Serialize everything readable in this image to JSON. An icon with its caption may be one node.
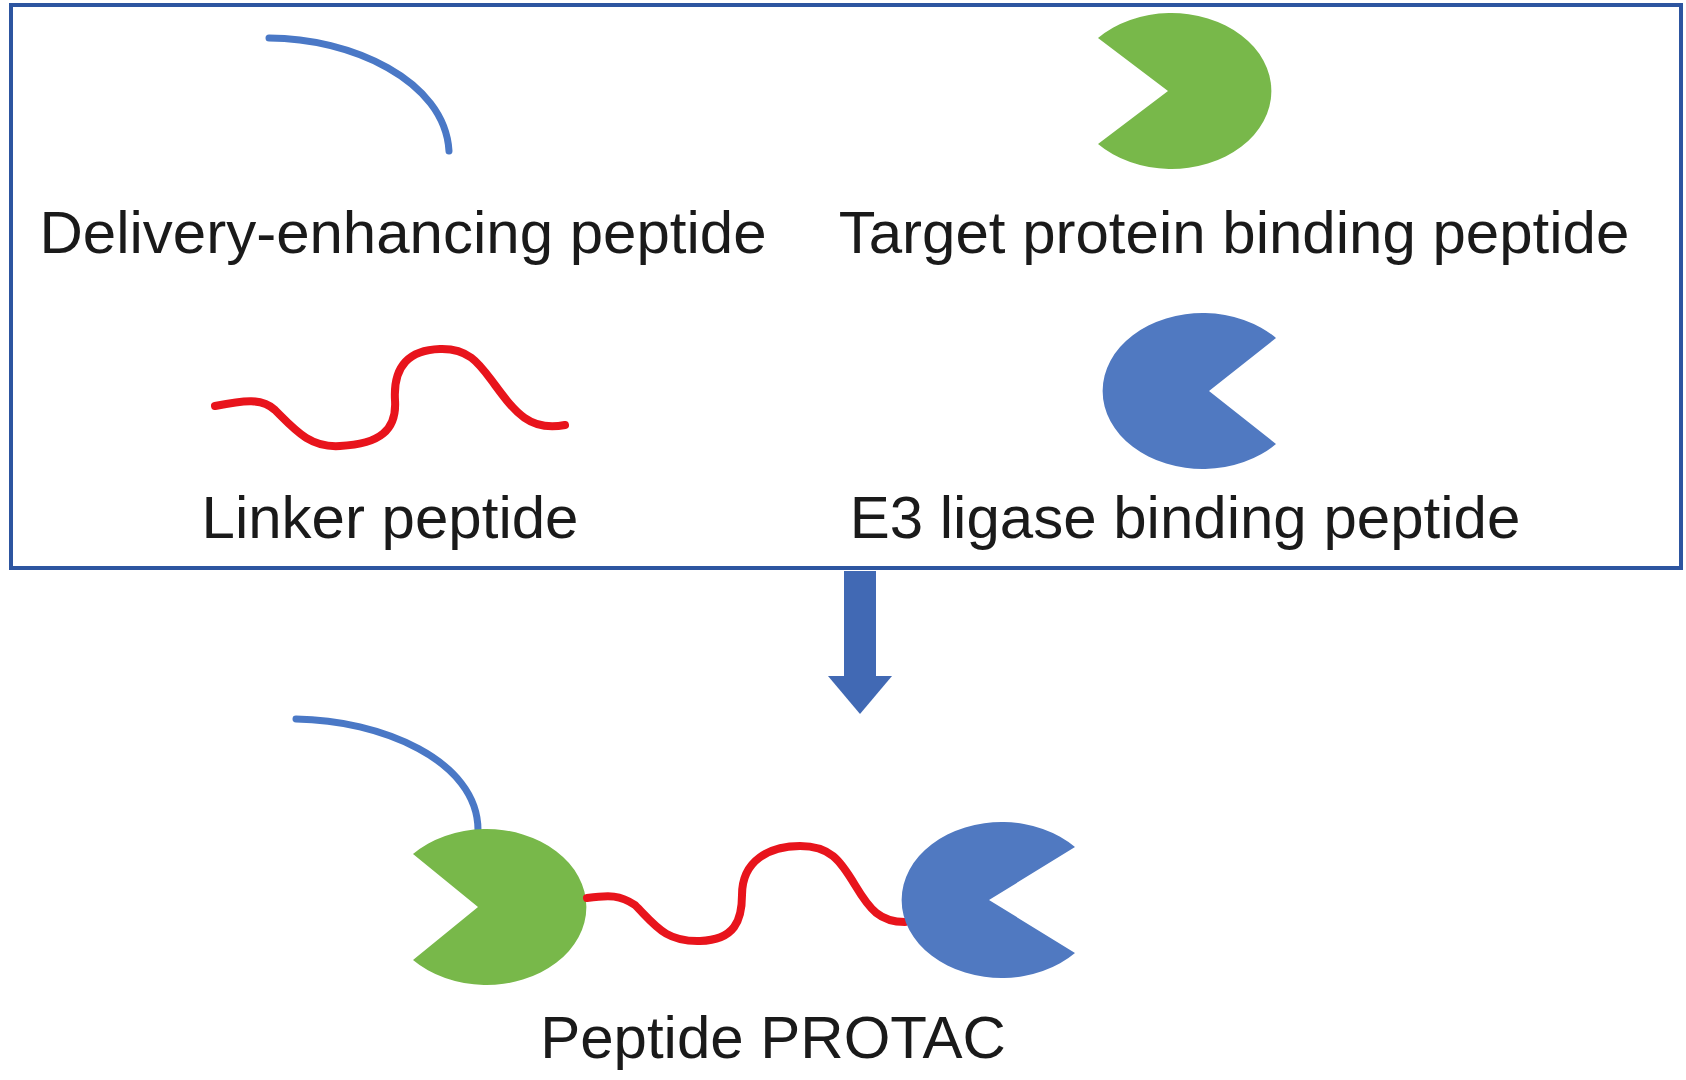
{
  "diagram": {
    "nodes": [
      {
        "text": [],
        "shape": "box"
      },
      {
        "text": [
          "Delivery-enhancing peptide"
        ],
        "in": 0
      },
      {
        "text": [
          "Target protein binding peptide"
        ],
        "in": 0
      },
      {
        "text": [
          "Linker peptide"
        ],
        "in": 0
      },
      {
        "text": [
          "E3 ligase binding peptide"
        ],
        "in": 0
      },
      {
        "text": [
          "Peptide PROTAC"
        ]
      }
    ],
    "edges": [
      {
        "from": 0,
        "to": 5,
        "arrow": "to"
      }
    ]
  }
}
